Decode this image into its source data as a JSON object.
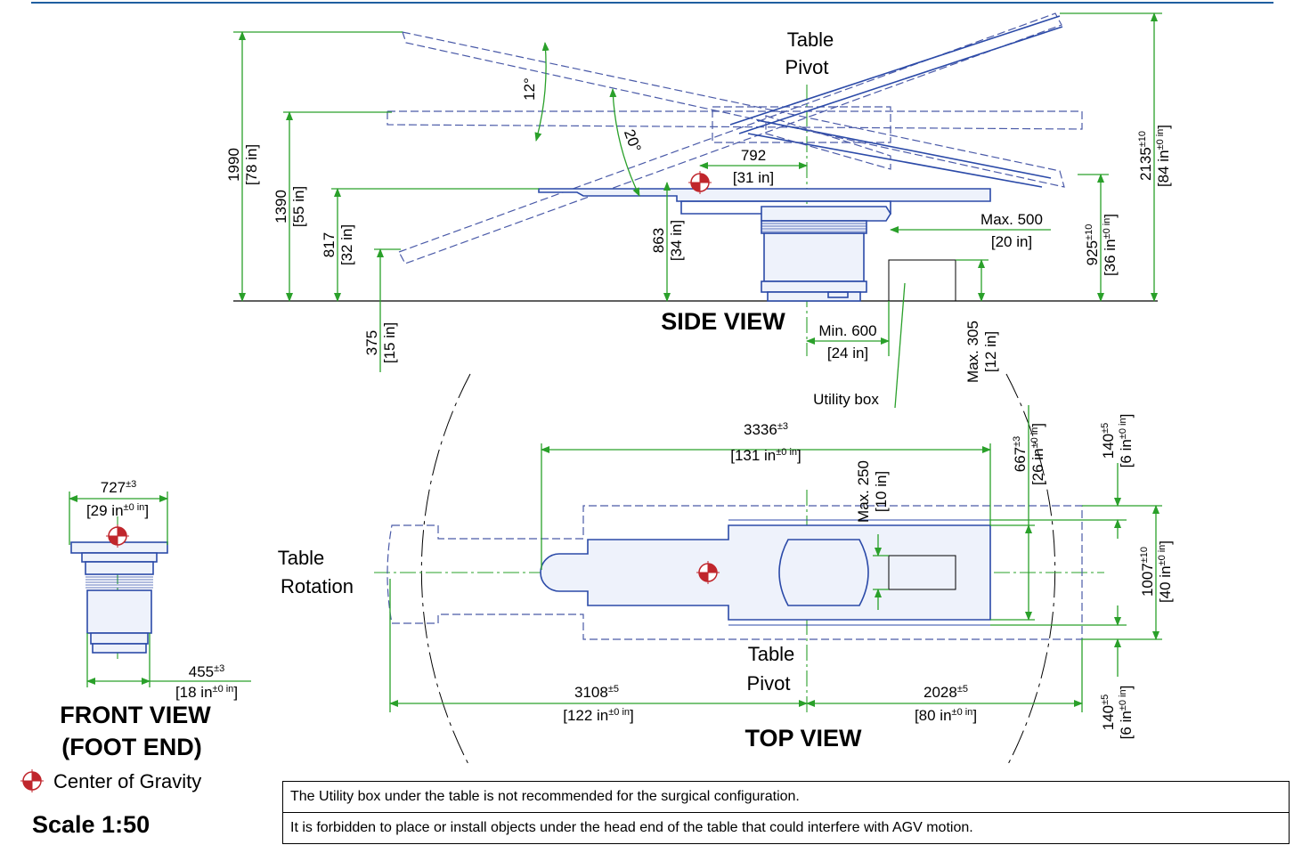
{
  "colors": {
    "outline": "#2b4aa8",
    "dimension": "#2aa02a",
    "header_rule": "#1f5fa0",
    "cog_red": "#c0262c"
  },
  "side_view": {
    "title": "SIDE VIEW",
    "pivot_label_1": "Table",
    "pivot_label_2": "Pivot",
    "dims": {
      "d1990": "1990",
      "d1990_in": "[78 in]",
      "d1390": "1390",
      "d1390_in": "[55 in]",
      "d817": "817",
      "d817_in": "[32 in]",
      "d375": "375",
      "d375_in": "[15 in]",
      "d863": "863",
      "d863_in": "[34 in]",
      "d792": "792",
      "d792_in": "[31 in]",
      "a12": "12°",
      "a20": "20°",
      "max500": "Max. 500",
      "max500_in": "[20 in]",
      "min600": "Min. 600",
      "min600_in": "[24 in]",
      "max305": "Max. 305",
      "max305_in": "[12 in]",
      "d925": "925",
      "d925_tol": "±10",
      "d925_in": "[36 in",
      "d925_in_tol": "±0 in",
      "d925_in_close": "]",
      "d2135": "2135",
      "d2135_tol": "±10",
      "d2135_in": "[84 in",
      "d2135_in_tol": "±0 in",
      "d2135_in_close": "]"
    },
    "utility_box": "Utility box"
  },
  "top_view": {
    "title": "TOP VIEW",
    "rotation_label_1": "Table",
    "rotation_label_2": "Rotation",
    "pivot_label_1": "Table",
    "pivot_label_2": "Pivot",
    "dims": {
      "d3336": "3336",
      "d3336_tol": "±3",
      "d3336_in": "[131 in",
      "d3336_in_tol": "±0 in",
      "d3336_in_close": "]",
      "max250": "Max. 250",
      "max250_in": "[10 in]",
      "d667": "667",
      "d667_tol": "±3",
      "d667_in": "[26 in",
      "d667_in_tol": "±0 in",
      "d667_in_close": "]",
      "d140a": "140",
      "d140a_tol": "±5",
      "d140a_in": "[6 in",
      "d140a_in_tol": "±0 in",
      "d140a_in_close": "]",
      "d1007": "1007",
      "d1007_tol": "±10",
      "d1007_in": "[40 in",
      "d1007_in_tol": "±0 in",
      "d1007_in_close": "]",
      "d140b": "140",
      "d140b_tol": "±5",
      "d140b_in": "[6 in",
      "d140b_in_tol": "±0 in",
      "d140b_in_close": "]",
      "d3108": "3108",
      "d3108_tol": "±5",
      "d3108_in": "[122 in",
      "d3108_in_tol": "±0 in",
      "d3108_in_close": "]",
      "d2028": "2028",
      "d2028_tol": "±5",
      "d2028_in": "[80 in",
      "d2028_in_tol": "±0 in",
      "d2028_in_close": "]"
    }
  },
  "front_view": {
    "title_1": "FRONT VIEW",
    "title_2": "(FOOT END)",
    "dims": {
      "d727": "727",
      "d727_tol": "±3",
      "d727_in": "[29 in",
      "d727_in_tol": "±0 in",
      "d727_in_close": "]",
      "d455": "455",
      "d455_tol": "±3",
      "d455_in": "[18 in",
      "d455_in_tol": "±0 in",
      "d455_in_close": "]"
    }
  },
  "legend": {
    "cog_label": "Center of Gravity",
    "scale": "Scale 1:50"
  },
  "notes": [
    "The Utility box under the table is not recommended for the surgical configuration.",
    "It is forbidden to place or install objects under the head end of the table that could interfere with AGV motion."
  ]
}
